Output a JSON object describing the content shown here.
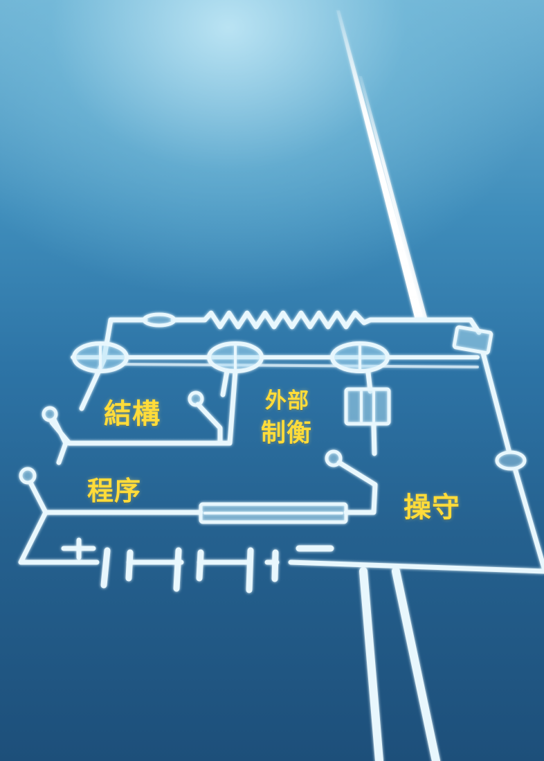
{
  "labels": {
    "structure": "結構",
    "external_line1": "外部",
    "external_line2": "制衡",
    "process": "程序",
    "operation": "操守"
  },
  "colors": {
    "trace": "#e6f6fc",
    "trace_glow": "#bfe6f6",
    "label_text": "#ffdc3a",
    "background_top": "#6fb3d4",
    "background_bottom": "#1d4f7a"
  }
}
